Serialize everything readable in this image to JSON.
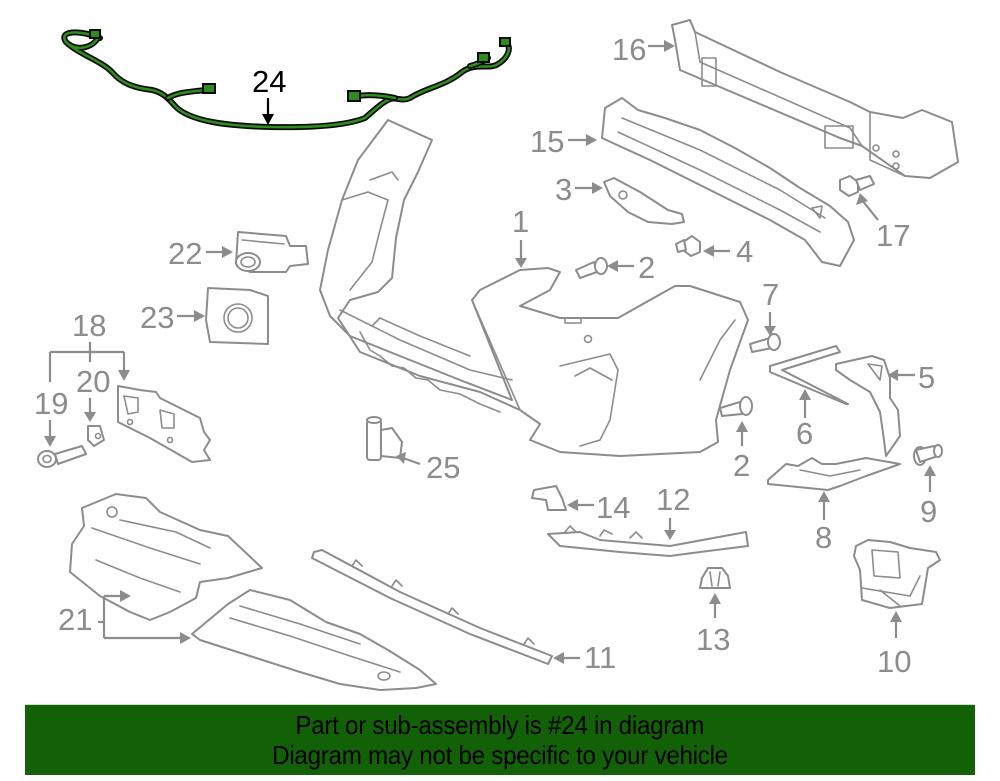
{
  "diagram": {
    "highlighted_part": "24",
    "highlight_color": "#2e8b1e",
    "line_color": "#8c8c8c",
    "callouts": [
      {
        "id": "c1",
        "label": "1",
        "part": "front-bumper-cover"
      },
      {
        "id": "c2a",
        "label": "2",
        "part": "screw"
      },
      {
        "id": "c2b",
        "label": "2",
        "part": "screw"
      },
      {
        "id": "c3",
        "label": "3",
        "part": "bumper-side-retainer"
      },
      {
        "id": "c4",
        "label": "4",
        "part": "bolt"
      },
      {
        "id": "c5",
        "label": "5",
        "part": "side-bracket"
      },
      {
        "id": "c6",
        "label": "6",
        "part": "molding-trim"
      },
      {
        "id": "c7",
        "label": "7",
        "part": "screw"
      },
      {
        "id": "c8",
        "label": "8",
        "part": "lower-grille-trim"
      },
      {
        "id": "c9",
        "label": "9",
        "part": "push-clip"
      },
      {
        "id": "c10",
        "label": "10",
        "part": "fog-lamp-housing"
      },
      {
        "id": "c11",
        "label": "11",
        "part": "lower-molding-strip"
      },
      {
        "id": "c12",
        "label": "12",
        "part": "spoiler-strip"
      },
      {
        "id": "c13",
        "label": "13",
        "part": "retainer-clip"
      },
      {
        "id": "c14",
        "label": "14",
        "part": "bracket"
      },
      {
        "id": "c15",
        "label": "15",
        "part": "energy-absorber"
      },
      {
        "id": "c16",
        "label": "16",
        "part": "reinforcement-beam"
      },
      {
        "id": "c17",
        "label": "17",
        "part": "bolt"
      },
      {
        "id": "c18",
        "label": "18",
        "part": "sensor-bracket-kit"
      },
      {
        "id": "c19",
        "label": "19",
        "part": "screw"
      },
      {
        "id": "c20",
        "label": "20",
        "part": "nut-clip"
      },
      {
        "id": "c21",
        "label": "21",
        "part": "splash-shields"
      },
      {
        "id": "c22",
        "label": "22",
        "part": "parking-sensor"
      },
      {
        "id": "c23",
        "label": "23",
        "part": "sensor-retainer"
      },
      {
        "id": "c24",
        "label": "24",
        "part": "wire-harness"
      },
      {
        "id": "c25",
        "label": "25",
        "part": "sensor-clip"
      }
    ]
  },
  "banner": {
    "line1": "Part or sub-assembly is #24 in diagram",
    "line2": "Diagram may not be specific to your vehicle",
    "background": "#136106",
    "text_color": "#000000"
  }
}
